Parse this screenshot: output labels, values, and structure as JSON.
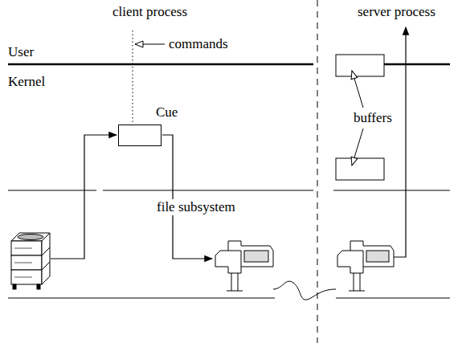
{
  "diagram": {
    "nodes": [
      {
        "text": [
          "Cue"
        ]
      }
    ],
    "labels": [
      "client process",
      "server process",
      "commands",
      "User",
      "Kernel",
      "buffers",
      "file subsystem"
    ]
  }
}
